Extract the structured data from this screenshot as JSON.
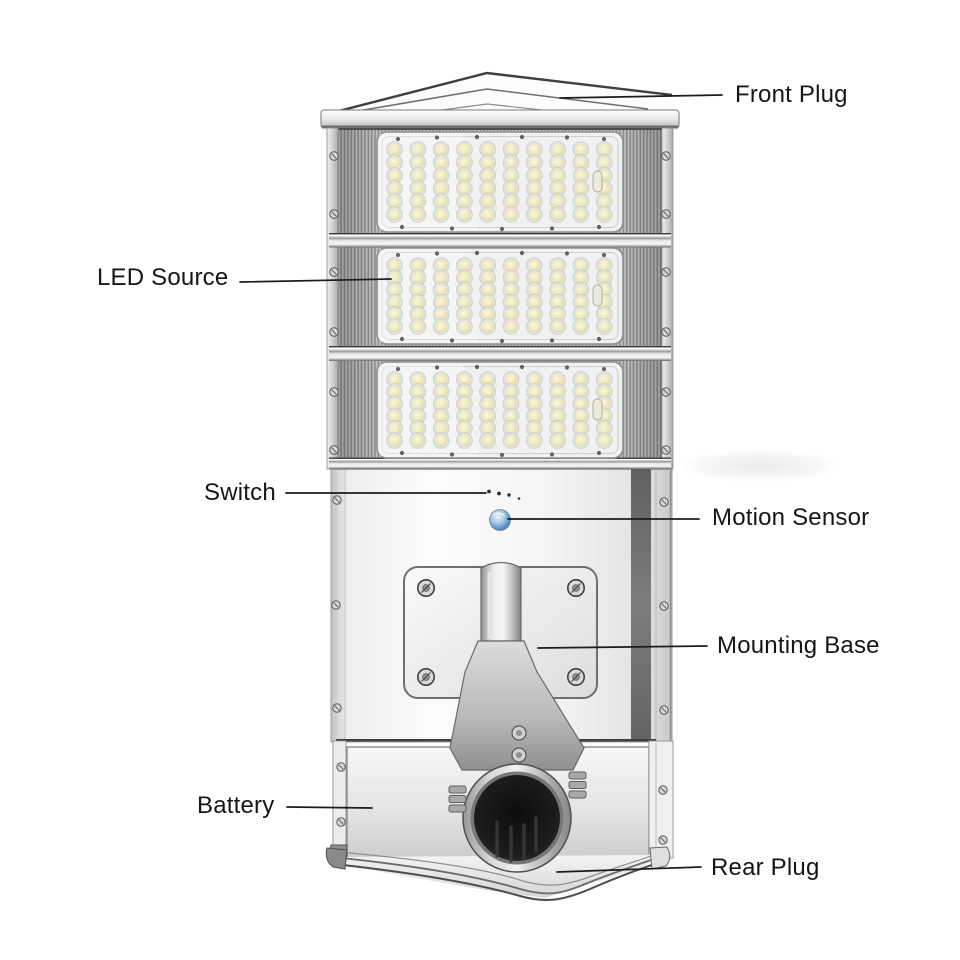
{
  "diagram": {
    "labels": {
      "front_plug": "Front Plug",
      "led_source": "LED Source",
      "switch": "Switch",
      "motion_sensor": "Motion Sensor",
      "mounting_base": "Mounting Base",
      "battery": "Battery",
      "rear_plug": "Rear Plug"
    },
    "colors": {
      "sensor_blue": "#5f93c6",
      "led_warm_white": "#f0e9bd",
      "line_black": "#1c1c1c"
    }
  }
}
